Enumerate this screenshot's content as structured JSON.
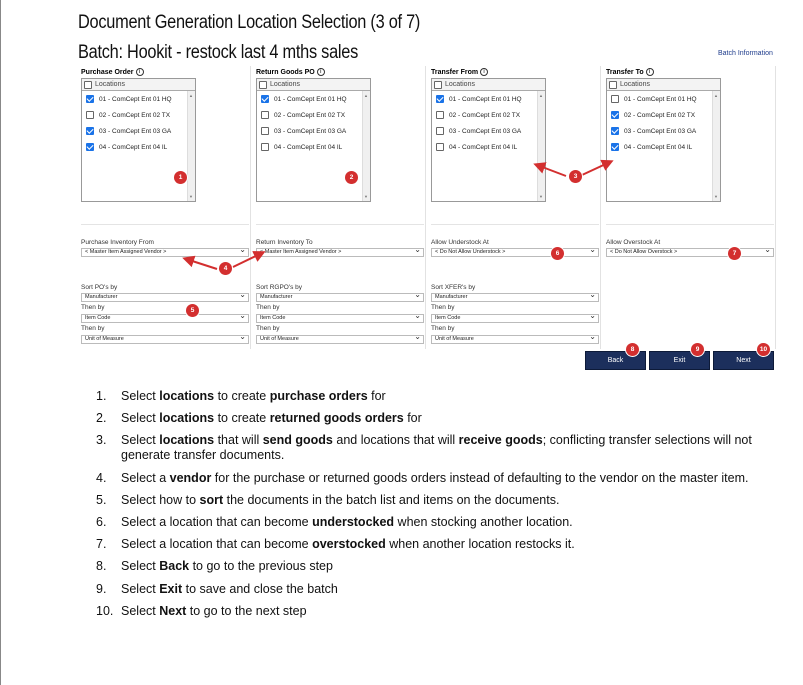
{
  "header": {
    "title": "Document Generation Location Selection (3 of 7)",
    "subtitle": "Batch: Hookit - restock last 4 mths sales",
    "batch_info_link": "Batch Information"
  },
  "columns": [
    {
      "heading": "Purchase Order",
      "list_header": "Locations",
      "items": [
        {
          "label": "01 - ComCept Ent 01 HQ",
          "checked": true
        },
        {
          "label": "02 - ComCept Ent 02 TX",
          "checked": false
        },
        {
          "label": "03 - ComCept Ent 03 GA",
          "checked": true
        },
        {
          "label": "04 - ComCept Ent 04 IL",
          "checked": true
        }
      ],
      "field_label": "Purchase Inventory From",
      "field_value": "< Master Item Assigned Vendor >",
      "sort_label": "Sort PO's by",
      "sort_value": "Manufacturer",
      "then1_label": "Then by",
      "then1_value": "Item Code",
      "then2_label": "Then by",
      "then2_value": "Unit of Measure"
    },
    {
      "heading": "Return Goods PO",
      "list_header": "Locations",
      "items": [
        {
          "label": "01 - ComCept Ent 01 HQ",
          "checked": true
        },
        {
          "label": "02 - ComCept Ent 02 TX",
          "checked": false
        },
        {
          "label": "03 - ComCept Ent 03 GA",
          "checked": false
        },
        {
          "label": "04 - ComCept Ent 04 IL",
          "checked": false
        }
      ],
      "field_label": "Return Inventory To",
      "field_value": "< Master Item Assigned Vendor >",
      "sort_label": "Sort RGPO's by",
      "sort_value": "Manufacturer",
      "then1_label": "Then by",
      "then1_value": "Item Code",
      "then2_label": "Then by",
      "then2_value": "Unit of Measure"
    },
    {
      "heading": "Transfer From",
      "list_header": "Locations",
      "items": [
        {
          "label": "01 - ComCept Ent 01 HQ",
          "checked": true
        },
        {
          "label": "02 - ComCept Ent 02 TX",
          "checked": false
        },
        {
          "label": "03 - ComCept Ent 03 GA",
          "checked": false
        },
        {
          "label": "04 - ComCept Ent 04 IL",
          "checked": false
        }
      ],
      "field_label": "Allow Understock At",
      "field_value": "< Do Not Allow Understock >",
      "sort_label": "Sort XFER's by",
      "sort_value": "Manufacturer",
      "then1_label": "Then by",
      "then1_value": "Item Code",
      "then2_label": "Then by",
      "then2_value": "Unit of Measure"
    },
    {
      "heading": "Transfer To",
      "list_header": "Locations",
      "items": [
        {
          "label": "01 - ComCept Ent 01 HQ",
          "checked": false
        },
        {
          "label": "02 - ComCept Ent 02 TX",
          "checked": true
        },
        {
          "label": "03 - ComCept Ent 03 GA",
          "checked": true
        },
        {
          "label": "04 - ComCept Ent 04 IL",
          "checked": true
        }
      ],
      "field_label": "Allow Overstock At",
      "field_value": "< Do Not Allow Overstock >"
    }
  ],
  "buttons": {
    "back": "Back",
    "exit": "Exit",
    "next": "Next"
  },
  "badges": [
    "1",
    "2",
    "3",
    "4",
    "5",
    "6",
    "7",
    "8",
    "9",
    "10"
  ],
  "accent_colors": {
    "badge": "#d32f2f",
    "button": "#1c2f5c",
    "checkbox": "#1a73e8",
    "link": "#1f3d8c"
  },
  "steps": [
    {
      "num": "1.",
      "parts": [
        [
          "Select ",
          false
        ],
        [
          "locations",
          true
        ],
        [
          " to create ",
          false
        ],
        [
          "purchase orders",
          true
        ],
        [
          " for",
          false
        ]
      ]
    },
    {
      "num": "2.",
      "parts": [
        [
          "Select ",
          false
        ],
        [
          "locations",
          true
        ],
        [
          " to create ",
          false
        ],
        [
          "returned goods orders",
          true
        ],
        [
          " for",
          false
        ]
      ]
    },
    {
      "num": "3.",
      "parts": [
        [
          "Select ",
          false
        ],
        [
          "locations",
          true
        ],
        [
          " that will ",
          false
        ],
        [
          "send goods",
          true
        ],
        [
          " and locations that will ",
          false
        ],
        [
          "receive goods",
          true
        ],
        [
          "; conflicting transfer selections will not generate transfer documents.",
          false
        ]
      ]
    },
    {
      "num": "4.",
      "parts": [
        [
          "Select a ",
          false
        ],
        [
          "vendor",
          true
        ],
        [
          " for the purchase or returned goods orders instead of defaulting to the vendor on the master item.",
          false
        ]
      ]
    },
    {
      "num": "5.",
      "parts": [
        [
          "Select how to ",
          false
        ],
        [
          "sort",
          true
        ],
        [
          " the documents in the batch list and items on the documents.",
          false
        ]
      ]
    },
    {
      "num": "6.",
      "parts": [
        [
          "Select a location that can become ",
          false
        ],
        [
          "understocked",
          true
        ],
        [
          " when stocking another location.",
          false
        ]
      ]
    },
    {
      "num": "7.",
      "parts": [
        [
          "Select a location that can become ",
          false
        ],
        [
          "overstocked",
          true
        ],
        [
          " when another location restocks it.",
          false
        ]
      ]
    },
    {
      "num": "8.",
      "parts": [
        [
          "Select ",
          false
        ],
        [
          "Back",
          true
        ],
        [
          " to go to the previous step",
          false
        ]
      ]
    },
    {
      "num": "9.",
      "parts": [
        [
          "Select ",
          false
        ],
        [
          "Exit",
          true
        ],
        [
          " to save and close the batch",
          false
        ]
      ]
    },
    {
      "num": "10.",
      "parts": [
        [
          "Select ",
          false
        ],
        [
          "Next",
          true
        ],
        [
          " to go to the next step",
          false
        ]
      ]
    }
  ]
}
